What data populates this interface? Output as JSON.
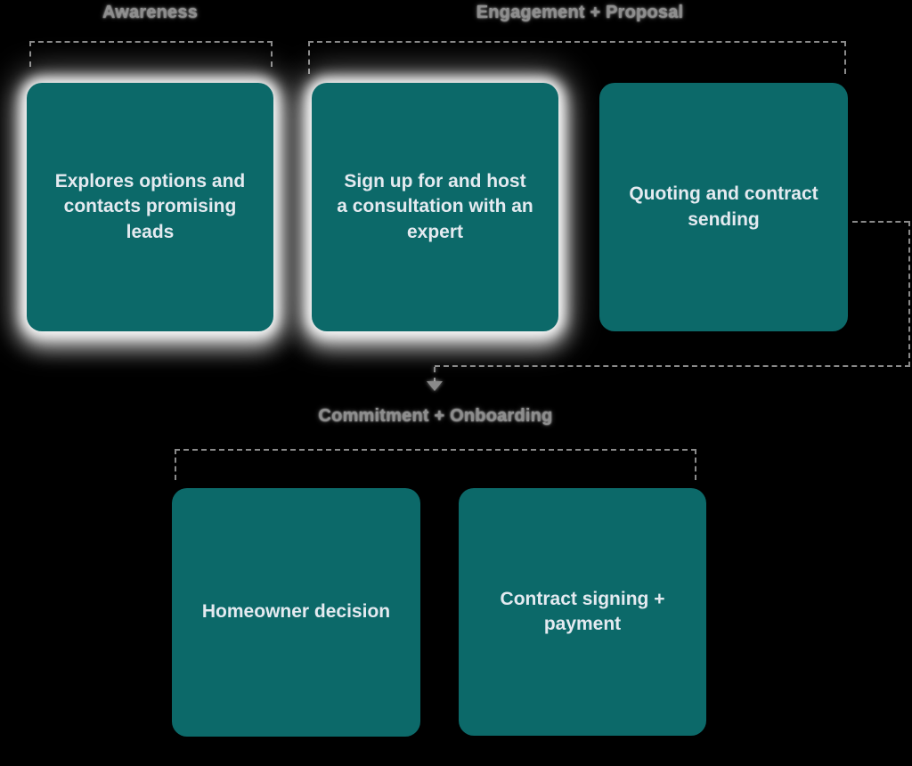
{
  "diagram": {
    "background_color": "#000000",
    "node_color": "#0C6969",
    "node_text_color": "#E4EAF0",
    "stage_label_color": "#8D8D8D",
    "connector_color": "#8A8A8A",
    "highlight_glow_color": "#FFFFFF",
    "stage_labels": {
      "awareness": "Awareness",
      "engagement": "Engagement + Proposal",
      "commitment": "Commitment + Onboarding"
    },
    "nodes": {
      "explore": "Explores options and contacts promising leads",
      "consultation": "Sign up for and host a consultation with an expert",
      "quoting": "Quoting and contract sending",
      "decision": "Homeowner decision",
      "signing": "Contract signing + payment"
    }
  }
}
